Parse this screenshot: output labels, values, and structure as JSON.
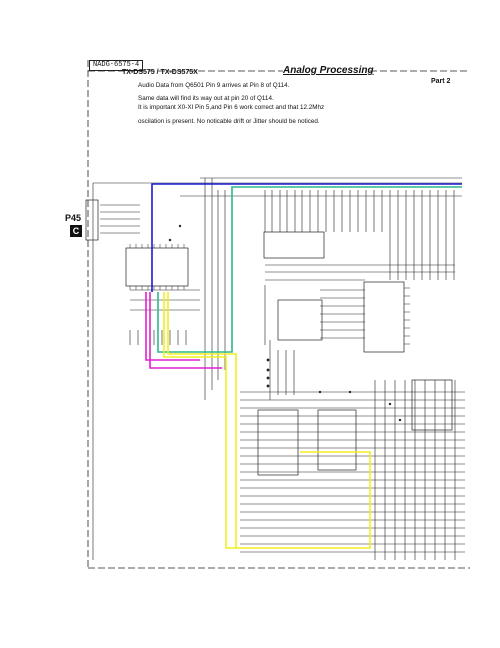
{
  "header": {
    "tag": "NADG-6575-4",
    "model": "TX-DS575 / TX-DS575X",
    "title": "Analog Processing",
    "part": "Part 2"
  },
  "notes": [
    "Audio Data from Q6501 Pin 9 arrives at Pin 8 of Q114.",
    "Same data will find its way out at pin 20 of Q114.",
    "It is important X0-XI Pin 5,and Pin 6 work correct and that 12.2Mhz",
    "oscilation is present. No noticable drift or Jitter should be noticed."
  ],
  "page_ref": {
    "number": "P45",
    "section": "C"
  },
  "colors": {
    "blue": "#1a1ad6",
    "green": "#2fb890",
    "magenta": "#e020d0",
    "yellow": "#f0f020",
    "ink": "#1a1a1a"
  }
}
